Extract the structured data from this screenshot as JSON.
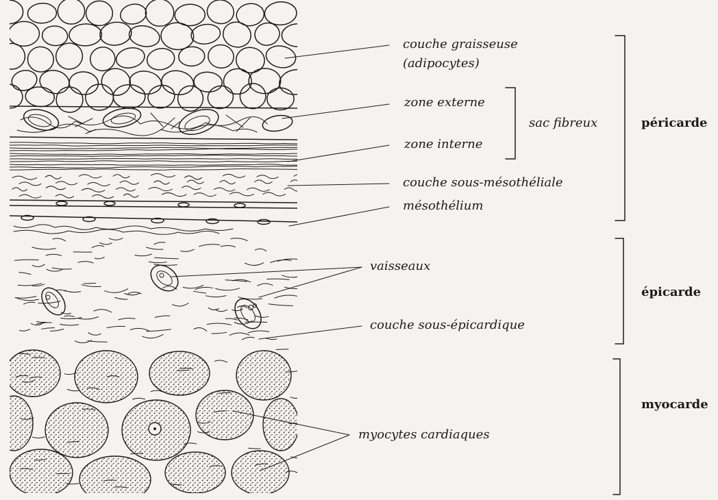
{
  "labels": {
    "adipocytes_1": "couche graisseuse",
    "adipocytes_2": "(adipocytes)",
    "zone_externe": "zone externe",
    "zone_interne": "zone interne",
    "sac_fibreux": "sac fibreux",
    "sous_mesotheliale": "couche sous-mésothéliale",
    "mesothelium": "mésothélium",
    "vaisseaux": "vaisseaux",
    "sous_epicardique": "couche sous-épicardique",
    "myocytes": "myocytes cardiaques"
  },
  "groups": {
    "pericarde": "péricarde",
    "epicarde": "épicarde",
    "myocarde": "myocarde"
  }
}
